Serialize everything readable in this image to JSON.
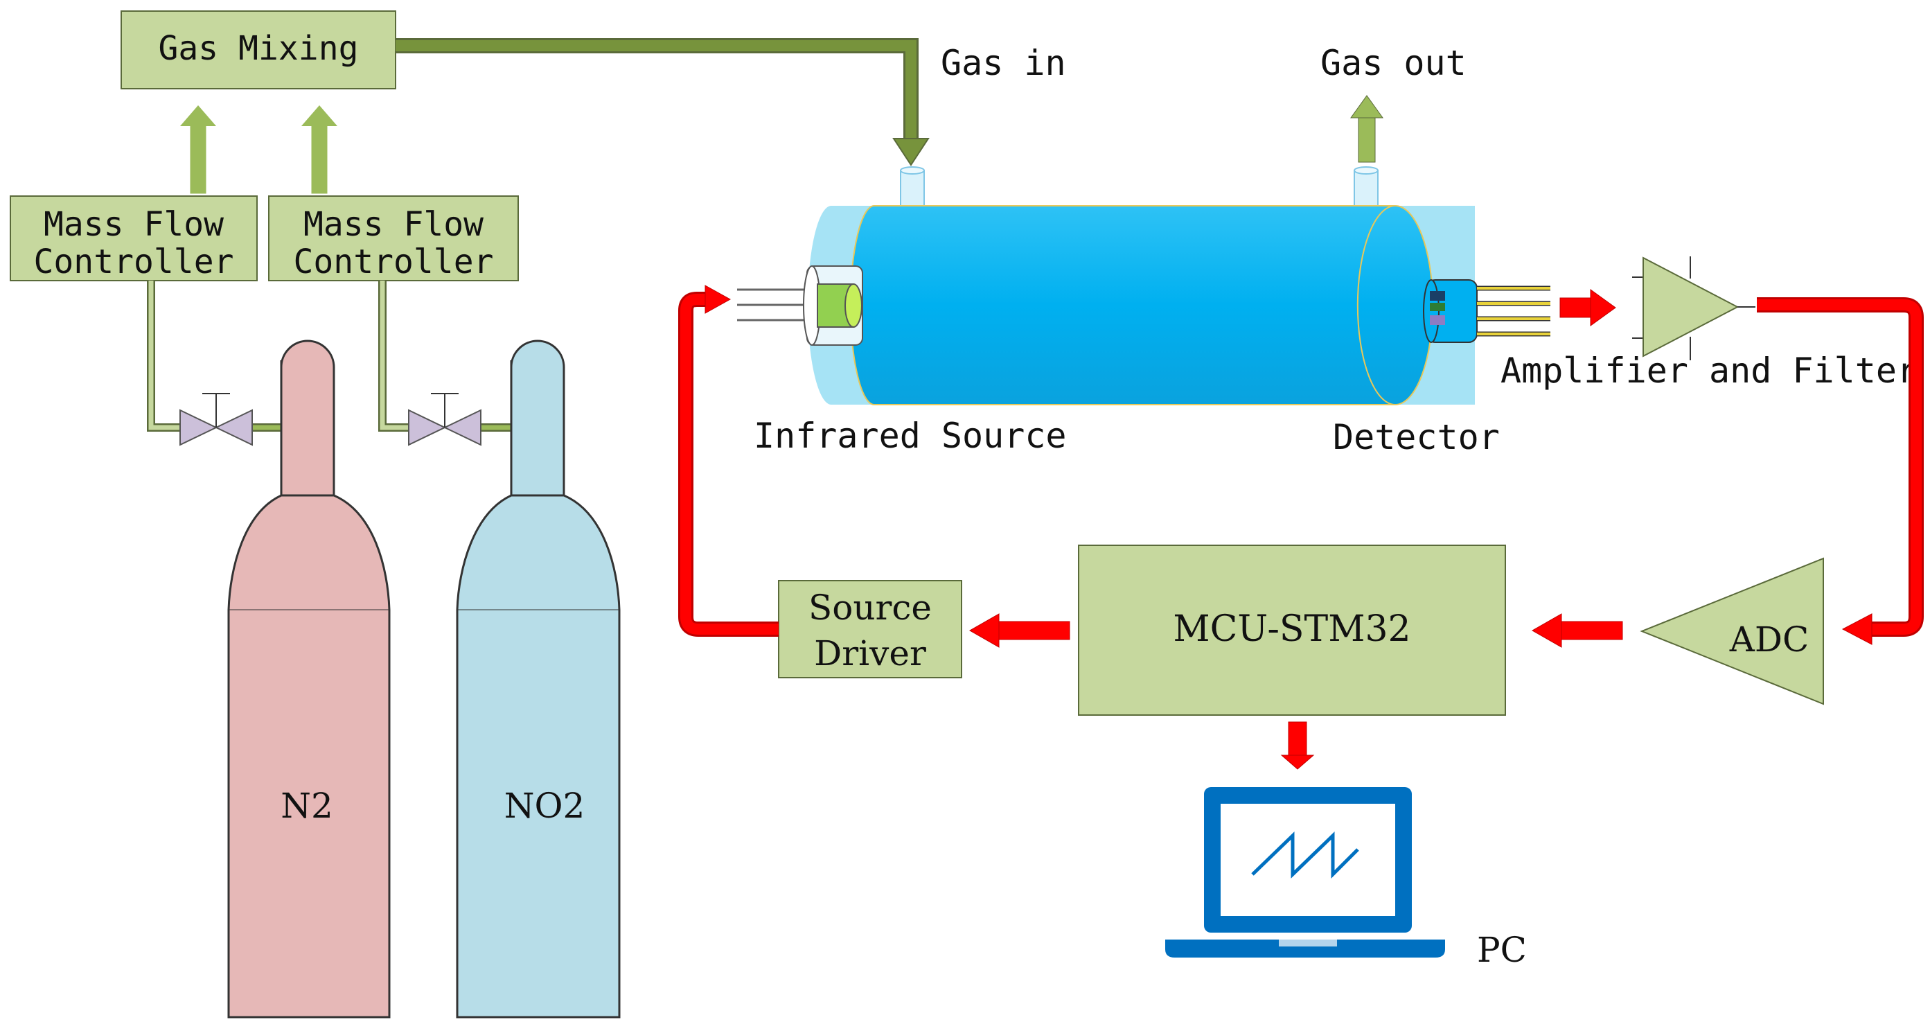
{
  "labels": {
    "gas_mixing": "Gas Mixing",
    "mfc1_line1": "Mass Flow",
    "mfc1_line2": "Controller",
    "mfc2_line1": "Mass Flow",
    "mfc2_line2": "Controller",
    "gas_in": "Gas in",
    "gas_out": "Gas out",
    "infrared_source": "Infrared Source",
    "detector": "Detector",
    "amplifier_filter": "Amplifier and Filter",
    "source_driver_line1": "Source",
    "source_driver_line2": "Driver",
    "mcu": "MCU-STM32",
    "adc": "ADC",
    "pc": "PC",
    "cylinder_n2": "N2",
    "cylinder_no2": "NO2"
  },
  "colors": {
    "box_fill": "#c6d89e",
    "box_stroke": "#5a6a3a",
    "gas_flow_arrow": "#9bbb59",
    "gas_flow_dark": "#77933c",
    "signal_arrow": "#ff0000",
    "signal_arrow_dark": "#c00000",
    "cell_body": "#00b0f0",
    "cell_window": "#a6e3f5",
    "n2_cylinder": "#e6b8b7",
    "no2_cylinder": "#b7dde8",
    "valve": "#ccc0da",
    "pc": "#0070c0"
  }
}
